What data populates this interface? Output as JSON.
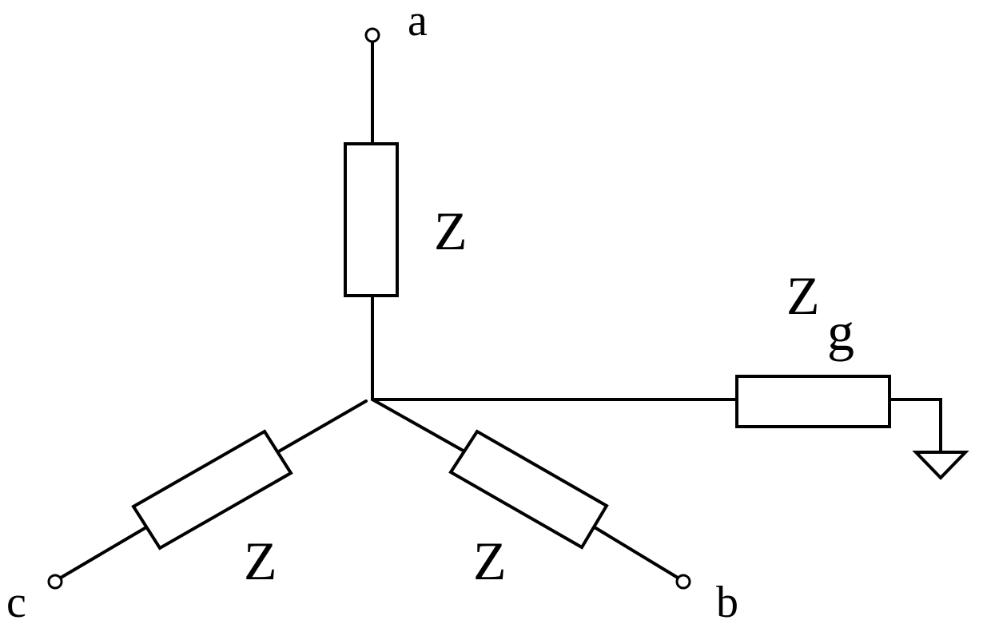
{
  "diagram": {
    "nodes": {
      "a": "a",
      "b": "b",
      "c": "c"
    },
    "impedances": {
      "phase_a": "Z",
      "phase_b": "Z",
      "phase_c": "Z",
      "ground_main": "Z",
      "ground_sub": "g"
    },
    "colors": {
      "stroke": "#000000",
      "background": "#ffffff"
    }
  }
}
